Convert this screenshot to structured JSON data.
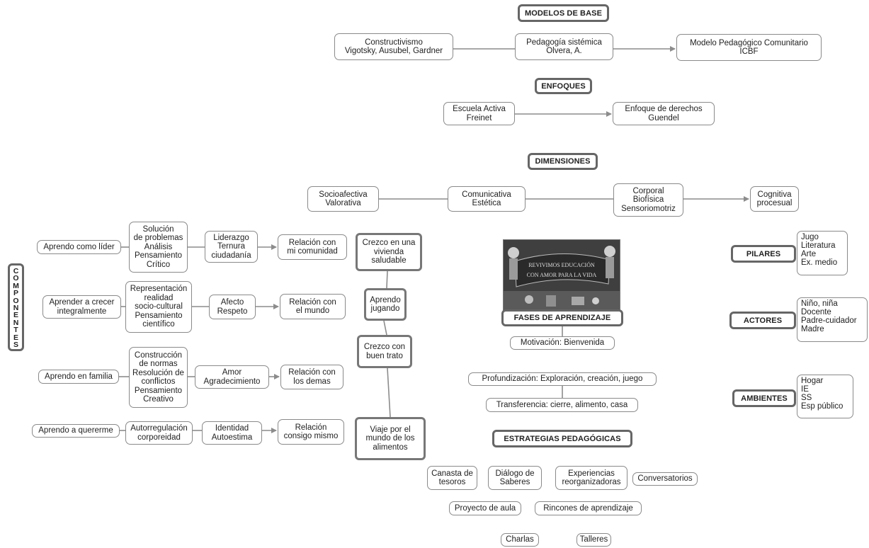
{
  "headers": {
    "modelos": "MODELOS DE BASE",
    "enfoques": "ENFOQUES",
    "dimensiones": "DIMENSIONES",
    "componentes": "COMPONENTES",
    "fases": "FASES DE APRENDIZAJE",
    "estrategias": "ESTRATEGIAS PEDAGÓGICAS",
    "pilares": "PILARES",
    "actores": "ACTORES",
    "ambientes": "AMBIENTES"
  },
  "modelos": {
    "constructivismo": "Constructivismo\nVigotsky, Ausubel, Gardner",
    "sistemica": "Pedagogía sistémica\nOlvera, A.",
    "comunitario": "Modelo Pedagógico Comunitario\nICBF"
  },
  "enfoques": {
    "escuela": "Escuela Activa\nFreinet",
    "derechos": "Enfoque de derechos\nGuendel"
  },
  "dimensiones": {
    "socio": "Socioafectiva\nValorativa",
    "comunicativa": "Comunicativa\nEstética",
    "corporal": "Corporal\nBiofísica\nSensoriomotriz",
    "cognitiva": "Cognitiva\nprocesual"
  },
  "componentes": {
    "rows": [
      {
        "aprendo": "Aprendo como líder",
        "skills": "Solución\nde problemas\nAnálisis\nPensamiento\nCrítico",
        "values": "Liderazgo\nTernura\nciudadanía",
        "relacion": "Relación con\nmi comunidad"
      },
      {
        "aprendo": "Aprender a crecer\nintegralmente",
        "skills": "Representación\nrealidad\nsocio-cultural\nPensamiento\ncientífico",
        "values": "Afecto\nRespeto",
        "relacion": "Relación con\nel mundo"
      },
      {
        "aprendo": "Aprendo en familia",
        "skills": "Construcción\nde normas\nResolución de\nconflictos\nPensamiento\nCreativo",
        "values": "Amor\nAgradecimiento",
        "relacion": "Relación con\nlos demas"
      },
      {
        "aprendo": "Aprendo a quererme",
        "skills": "Autorregulación\ncorporeidad",
        "values": "Identidad\nAutoestima",
        "relacion": "Relación\nconsigo mismo"
      }
    ]
  },
  "crezco": {
    "vivienda": "Crezco en una\nvivienda\nsaludable",
    "jugando": "Aprendo\njugando",
    "buentrato": "Crezco con\nbuen trato",
    "alimentos": "Viaje por el\nmundo de los\nalimentos"
  },
  "image": {
    "banner_line1": "REVIVIMOS EDUCACIÓN",
    "banner_line2": "CON AMOR PARA LA VIDA"
  },
  "fases": {
    "motivacion": "Motivación: Bienvenida",
    "profundizacion": "Profundización: Exploración, creación, juego",
    "transferencia": "Transferencia: cierre, alimento, casa"
  },
  "estrategias": {
    "canasta": "Canasta de\ntesoros",
    "dialogo": "Diálogo de\nSaberes",
    "experiencias": "Experiencias\nreorganizadoras",
    "conversatorios": "Conversatorios",
    "proyecto": "Proyecto de aula",
    "rincones": "Rincones de aprendizaje",
    "charlas": "Charlas",
    "talleres": "Talleres"
  },
  "pilares": [
    "Jugo",
    "Literatura",
    "Arte",
    "Ex. medio"
  ],
  "actores": [
    "Niño, niña",
    "Docente",
    "Padre-cuidador",
    "Madre"
  ],
  "ambientes": [
    "Hogar",
    "IE",
    "SS",
    "Esp público"
  ],
  "colors": {
    "line": "#8c8c8c",
    "border": "#8a8a8a",
    "header_border": "#666666"
  }
}
